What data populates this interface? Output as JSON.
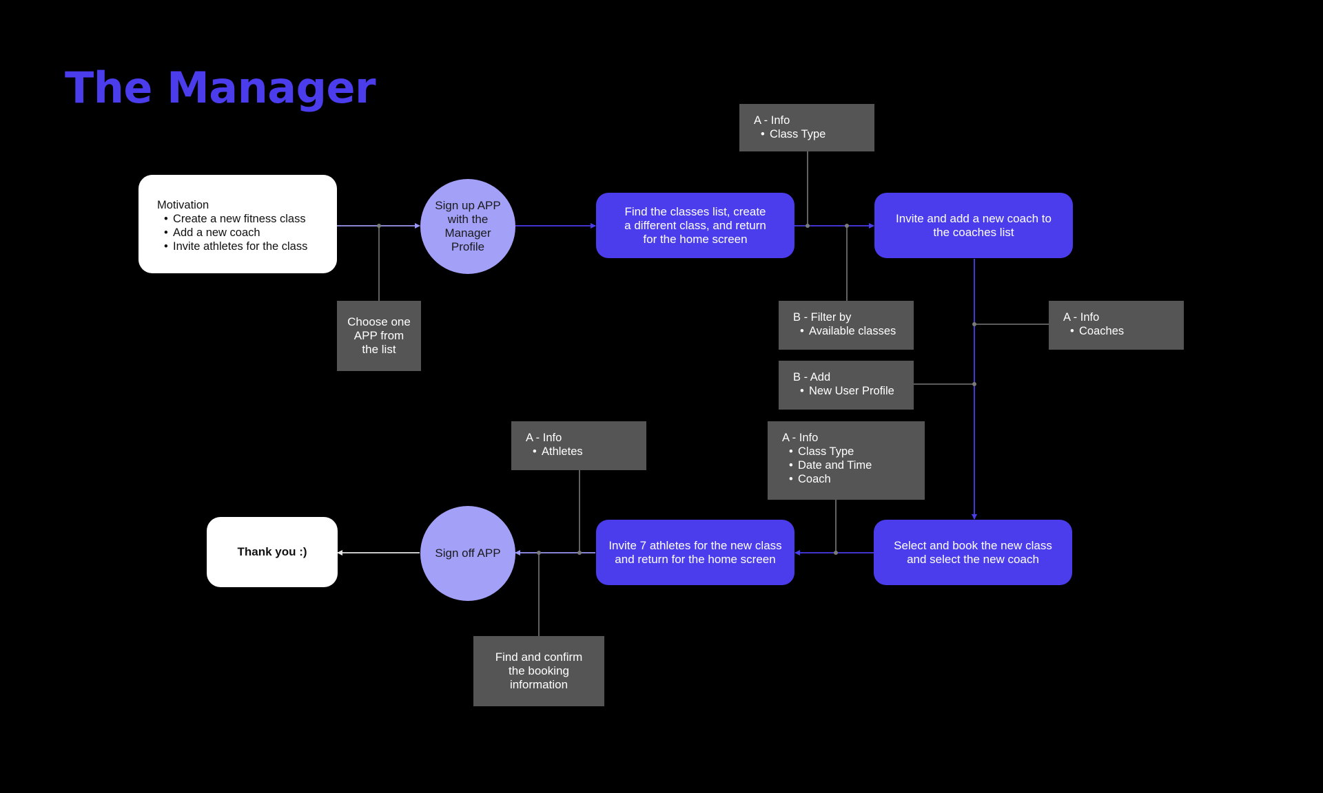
{
  "title": "The Manager",
  "colors": {
    "background": "#000000",
    "title": "#4b3dec",
    "primary_box": "#4b3dec",
    "circle": "#a3a0f8",
    "annotation_box": "#555555",
    "terminal_box": "#ffffff",
    "connector_blue": "#4b3dec",
    "connector_gray": "#7a7a7a"
  },
  "nodes": {
    "motivation": {
      "heading": "Motivation",
      "items": [
        "Create a new fitness class",
        "Add a new coach",
        "Invite  athletes for the class"
      ]
    },
    "sign_up": "Sign up APP\nwith the\nManager\nProfile",
    "choose_app": "Choose one\nAPP from\nthe list",
    "find_classes": "Find the classes list, create\na different class, and return\nfor the home screen",
    "info_class_type": {
      "heading": "A - Info",
      "items": [
        "Class Type"
      ]
    },
    "invite_coach": "Invite and add a new coach to\nthe coaches list",
    "filter_by": {
      "heading": "B - Filter by",
      "items": [
        "Available classes"
      ]
    },
    "info_coaches": {
      "heading": "A - Info",
      "items": [
        "Coaches"
      ]
    },
    "add_user": {
      "heading": "B - Add",
      "items": [
        "New User Profile"
      ]
    },
    "info_class_details": {
      "heading": "A - Info",
      "items": [
        "Class Type",
        "Date and Time",
        "Coach"
      ]
    },
    "select_book": "Select and book the new class\nand select the new coach",
    "invite_athletes": "Invite 7 athletes for the new class\nand return for the home screen",
    "info_athletes": {
      "heading": "A - Info",
      "items": [
        "Athletes"
      ]
    },
    "sign_off": "Sign off APP",
    "find_confirm": "Find and confirm\nthe booking\ninformation",
    "thank_you": "Thank you :)"
  }
}
